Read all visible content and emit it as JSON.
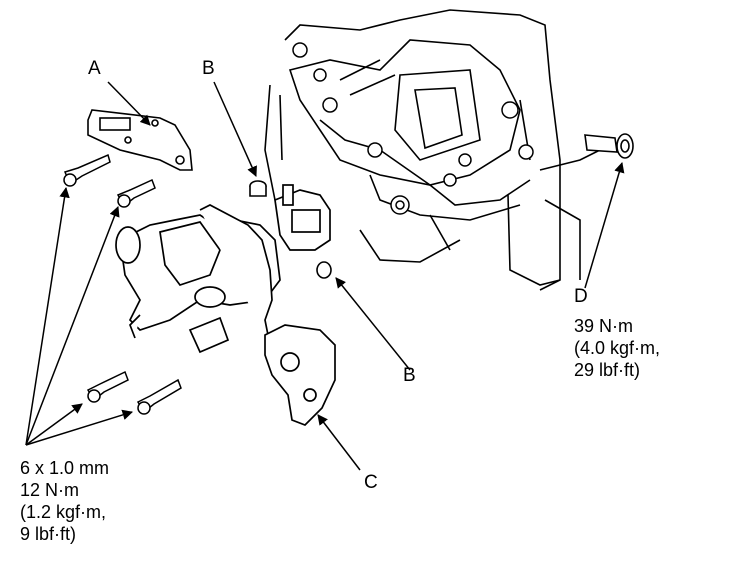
{
  "callouts": {
    "a": "A",
    "b_top": "B",
    "b_bottom": "B",
    "c": "C",
    "d": "D"
  },
  "spec_d": {
    "line1": "39 N·m",
    "line2": "(4.0 kgf·m,",
    "line3": "29 lbf·ft)"
  },
  "spec_bolts": {
    "line1": "6 x 1.0 mm",
    "line2": "12 N·m",
    "line3": "(1.2 kgf·m,",
    "line4": "9 lbf·ft)"
  }
}
